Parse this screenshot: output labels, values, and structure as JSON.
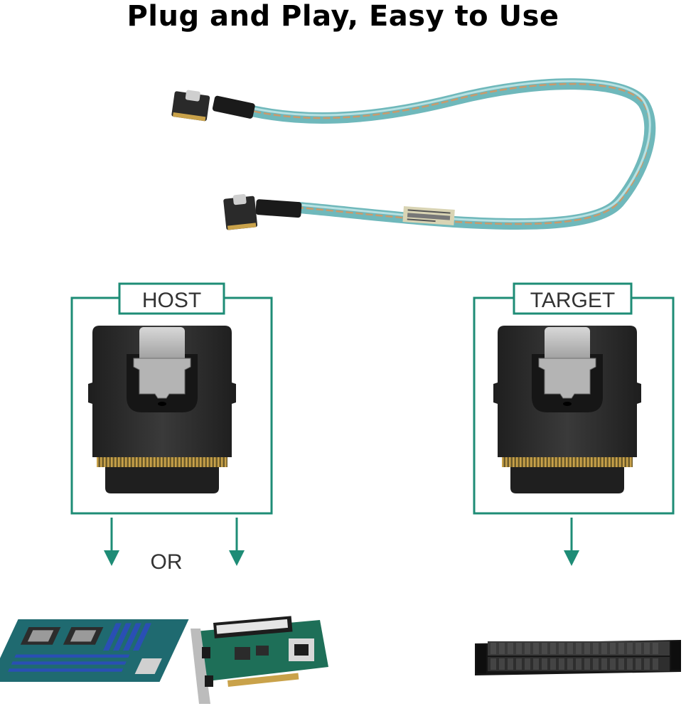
{
  "title": "Plug and Play, Easy to Use",
  "cable": {
    "label_icon": "sas-cable-icon"
  },
  "host": {
    "label": "HOST",
    "icon": "sff8643-connector-icon"
  },
  "target": {
    "label": "TARGET",
    "icon": "sff8643-connector-icon"
  },
  "or_label": "OR",
  "devices": {
    "motherboard_icon": "motherboard-icon",
    "raid_card_icon": "raid-card-icon",
    "server_backplane_icon": "server-backplane-icon"
  },
  "colors": {
    "frame": "#1e8c76",
    "arrow": "#1e8c76",
    "cable": "#7cc2c4",
    "connector": "#2b2b2b"
  }
}
